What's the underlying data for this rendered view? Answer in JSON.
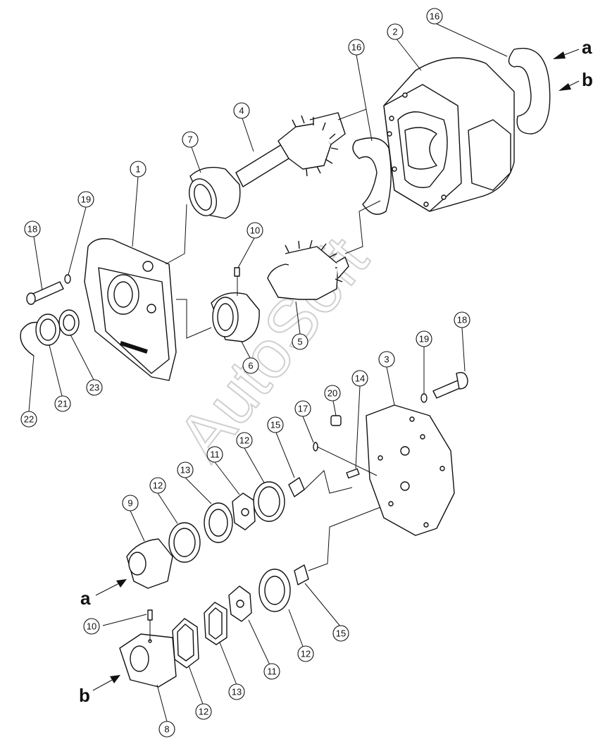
{
  "watermark": "AutoSoft",
  "callouts": [
    {
      "id": "c-16a",
      "label": "16"
    },
    {
      "id": "c-16b",
      "label": "16"
    },
    {
      "id": "c-2",
      "label": "2"
    },
    {
      "id": "c-4",
      "label": "4"
    },
    {
      "id": "c-7",
      "label": "7"
    },
    {
      "id": "c-1",
      "label": "1"
    },
    {
      "id": "c-19a",
      "label": "19"
    },
    {
      "id": "c-18a",
      "label": "18"
    },
    {
      "id": "c-10a",
      "label": "10"
    },
    {
      "id": "c-6",
      "label": "6"
    },
    {
      "id": "c-5",
      "label": "5"
    },
    {
      "id": "c-23",
      "label": "23"
    },
    {
      "id": "c-21",
      "label": "21"
    },
    {
      "id": "c-22",
      "label": "22"
    },
    {
      "id": "c-18b",
      "label": "18"
    },
    {
      "id": "c-19b",
      "label": "19"
    },
    {
      "id": "c-3",
      "label": "3"
    },
    {
      "id": "c-14",
      "label": "14"
    },
    {
      "id": "c-20",
      "label": "20"
    },
    {
      "id": "c-17",
      "label": "17"
    },
    {
      "id": "c-15a",
      "label": "15"
    },
    {
      "id": "c-12a",
      "label": "12"
    },
    {
      "id": "c-11a",
      "label": "11"
    },
    {
      "id": "c-13a",
      "label": "13"
    },
    {
      "id": "c-12b",
      "label": "12"
    },
    {
      "id": "c-9",
      "label": "9"
    },
    {
      "id": "c-15b",
      "label": "15"
    },
    {
      "id": "c-10b",
      "label": "10"
    },
    {
      "id": "c-12c",
      "label": "12"
    },
    {
      "id": "c-11b",
      "label": "11"
    },
    {
      "id": "c-13b",
      "label": "13"
    },
    {
      "id": "c-12d",
      "label": "12"
    },
    {
      "id": "c-8",
      "label": "8"
    }
  ],
  "view_markers": [
    {
      "id": "v-a-top",
      "label": "a"
    },
    {
      "id": "v-b-top",
      "label": "b"
    },
    {
      "id": "v-a-left",
      "label": "a"
    },
    {
      "id": "v-b-left",
      "label": "b"
    }
  ]
}
